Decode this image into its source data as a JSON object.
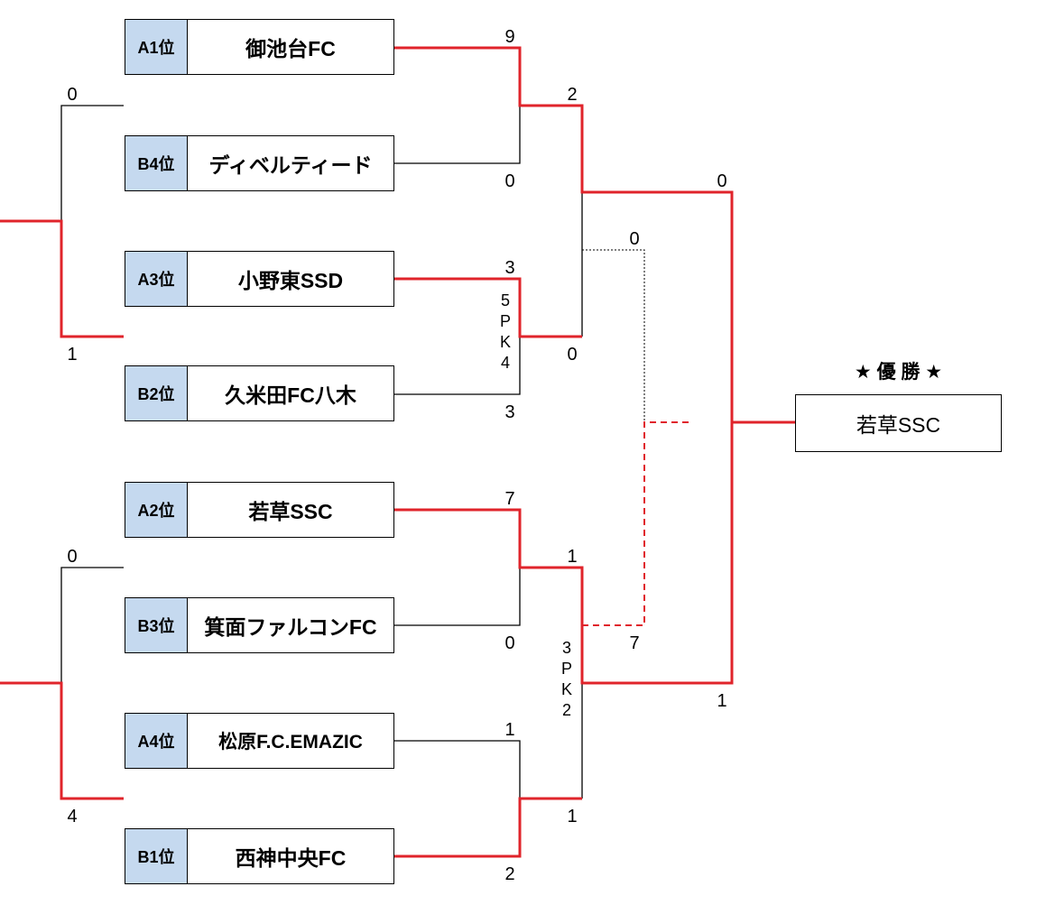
{
  "teams": [
    {
      "seed": "A1位",
      "name": "御池台FC"
    },
    {
      "seed": "B4位",
      "name": "ディベルティード"
    },
    {
      "seed": "A3位",
      "name": "小野東SSD"
    },
    {
      "seed": "B2位",
      "name": "久米田FC八木"
    },
    {
      "seed": "A2位",
      "name": "若草SSC"
    },
    {
      "seed": "B3位",
      "name": "箕面ファルコンFC"
    },
    {
      "seed": "A4位",
      "name": "松原F.C.EMAZIC"
    },
    {
      "seed": "B1位",
      "name": "西神中央FC"
    }
  ],
  "scores": {
    "r1_m1_top": "9",
    "r1_m1_bottom": "0",
    "r1_m2_top": "3",
    "r1_m2_bottom": "3",
    "r1_m2_pk": "5\nP\nK\n4",
    "r1_m3_top": "7",
    "r1_m3_bottom": "0",
    "r1_m4_top": "1",
    "r1_m4_bottom": "2",
    "sf1_top": "2",
    "sf1_bottom": "0",
    "sf2_top": "1",
    "sf2_bottom": "1",
    "sf2_pk": "3\nP\nK\n2",
    "final_top": "0",
    "final_bottom": "1",
    "third_top": "0",
    "third_bottom": "7",
    "left_upper_top": "0",
    "left_upper_bottom": "1",
    "left_lower_top": "0",
    "left_lower_bottom": "4"
  },
  "champion": {
    "title": "★ 優 勝 ★",
    "name": "若草SSC"
  },
  "colors": {
    "win_line": "#e0242b",
    "line": "#000000",
    "seed_bg": "#c5d9ef"
  }
}
